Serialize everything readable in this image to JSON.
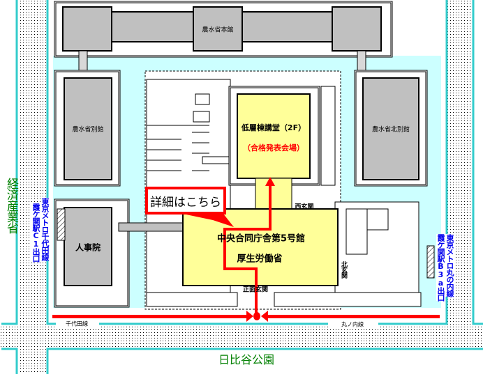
{
  "buildings": {
    "maff_main": "農水省本館",
    "maff_annex": "農水省別館",
    "maff_north_annex": "農水省北別館",
    "nps": "人事院",
    "auditorium": "低層棟講堂（2F）",
    "auditorium_note": "（合格発表会場）",
    "central_bldg": "中央合同庁舎第5号館",
    "mhlw": "厚生労働省",
    "meti": "経済産業省"
  },
  "entrances": {
    "west": "西玄関",
    "north": "北玄関",
    "main": "正面玄関"
  },
  "stations": {
    "left_line": "東京メトロ千代田線",
    "left_exit": "霞ケ関駅C1出口",
    "right_line": "東京メトロ丸の内線",
    "right_exit": "霞ケ関駅B3a出口"
  },
  "roads": {
    "chiyoda": "千代田線",
    "marunouchi": "丸ノ内線"
  },
  "park": "日比谷公園",
  "callout": "詳細はこちら",
  "colors": {
    "road_line": "#33cccc",
    "ground": "#ccffff",
    "building": "#c0c0c0",
    "target": "#ffff99",
    "route": "#ff0000",
    "station": "#0000ee",
    "label_green": "#008000"
  }
}
